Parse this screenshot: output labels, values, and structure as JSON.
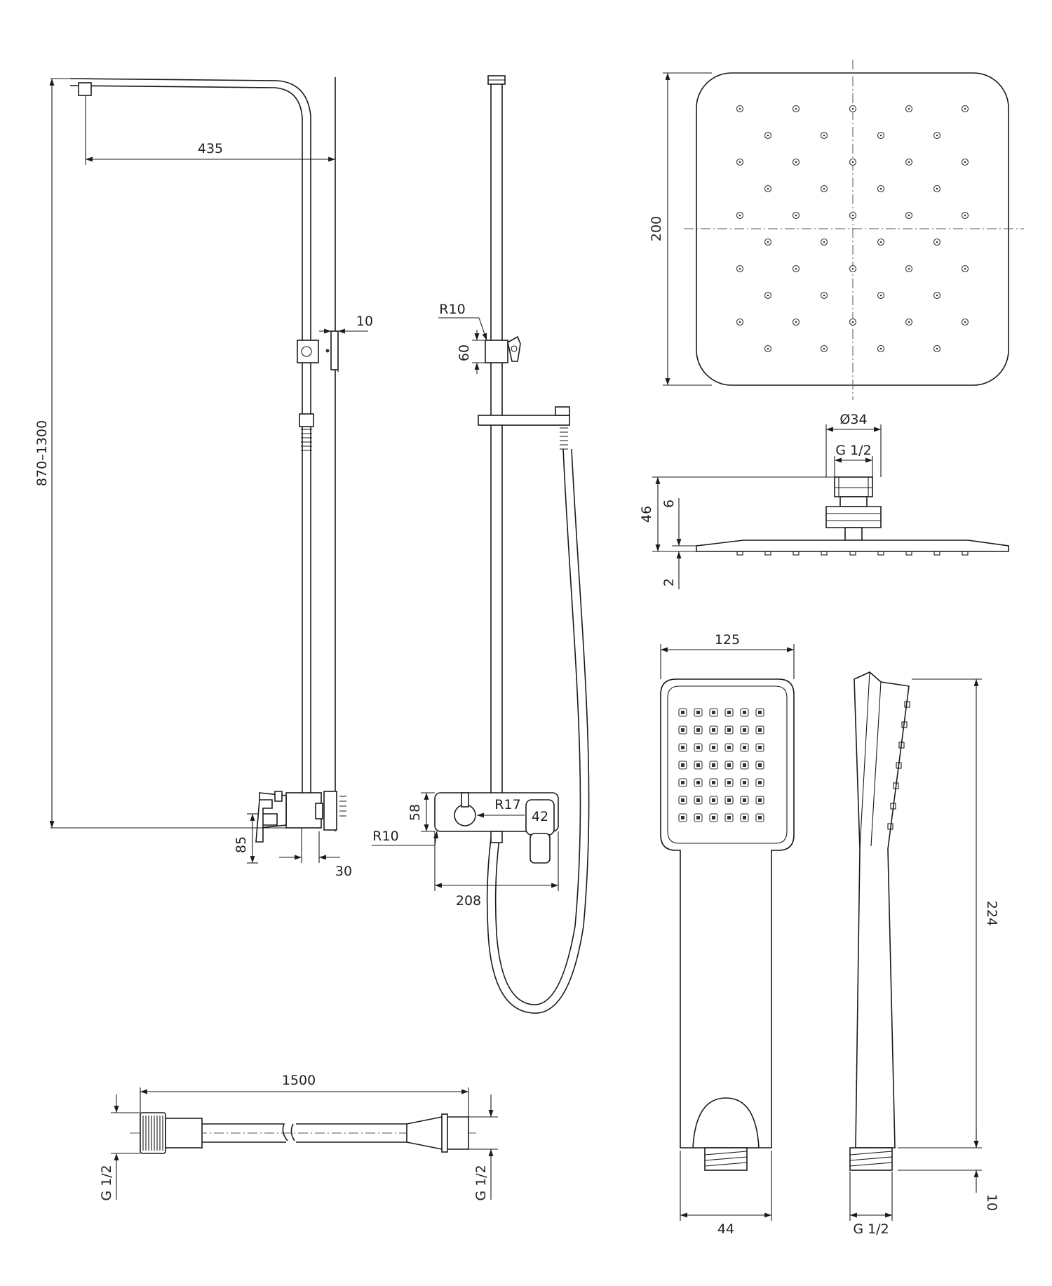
{
  "dimensions": {
    "arm_length": "435",
    "height_range": "870–1300",
    "rail_offset": "10",
    "mixer_lever_height": "85",
    "mixer_depth": "30",
    "slider_radius": "R10",
    "slider_height": "60",
    "body_height": "58",
    "handle_radius": "R17",
    "spout_width": "42",
    "body_radius": "R10",
    "body_width": "208",
    "head_size": "200",
    "head_diameter_connector": "Ø34",
    "head_thread": "G 1/2",
    "head_height": "46",
    "head_thickness": "6",
    "head_plate": "2",
    "hand_width": "125",
    "hand_length": "224",
    "handle_width": "44",
    "handle_thread": "G 1/2",
    "handle_thread_len": "10",
    "hose_length": "1500",
    "hose_thread_left": "G 1/2",
    "hose_thread_right": "G 1/2"
  }
}
